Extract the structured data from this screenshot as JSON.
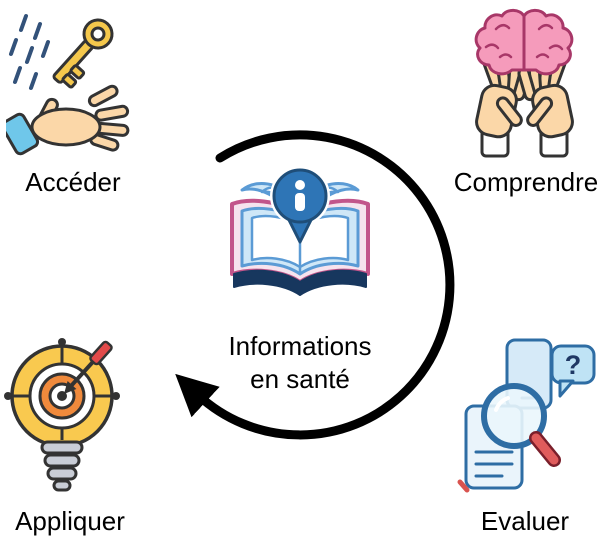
{
  "center": {
    "line1": "Informations",
    "line2": "en santé",
    "icon": "open-book-info-icon"
  },
  "nodes": [
    {
      "id": "acceder",
      "label": "Accéder",
      "icon": "hand-key-icon",
      "position": "top-left"
    },
    {
      "id": "comprendre",
      "label": "Comprendre",
      "icon": "hands-holding-brain-icon",
      "position": "top-right"
    },
    {
      "id": "appliquer",
      "label": "Appliquer",
      "icon": "lightbulb-target-icon",
      "position": "bottom-left"
    },
    {
      "id": "evaluer",
      "label": "Evaluer",
      "icon": "documents-magnifier-icon",
      "position": "bottom-right"
    }
  ],
  "evaluer_icon": {
    "question_mark": "?"
  },
  "arrow": {
    "shape": "open-circle",
    "direction": "clockwise",
    "color": "#000000"
  },
  "colors": {
    "background": "#ffffff",
    "text": "#000000",
    "arrow": "#000000",
    "info_blue": "#2e75b6",
    "info_blue_dark": "#1f4e79",
    "page_blue": "#cfe7f7",
    "page_outline": "#5b9bd5",
    "book_cover_pink": "#c2558b",
    "book_base_navy": "#17375e",
    "brain_pink": "#f59bbb",
    "brain_outline": "#a83768",
    "skin": "#fbd7a8",
    "key_gold": "#f5c84c",
    "rain_blue": "#33527a",
    "cuff_blue": "#6fc7ea",
    "bulb_yellow": "#f9c94f",
    "target_orange": "#f08a3c",
    "metal_gray": "#c9cdd6",
    "doc_outline_blue": "#2e6da4",
    "doc_fill_blue": "#d6eaf8",
    "bubble_blue": "#bfe3f5",
    "handle_red": "#e05c5c",
    "dart_red": "#e24a4a"
  }
}
